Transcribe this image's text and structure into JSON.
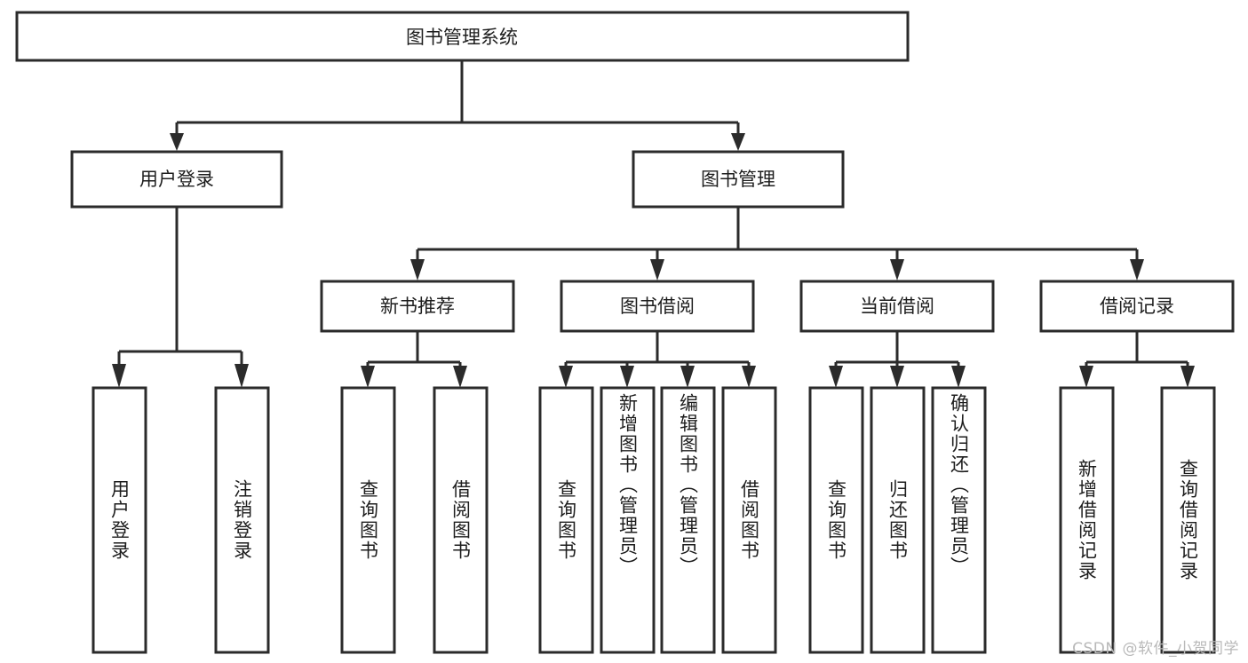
{
  "diagram": {
    "title": "图书管理系统",
    "type": "tree-hierarchy",
    "watermark": "CSDN @软件_小贺同学",
    "colors": {
      "stroke": "#2b2b2b",
      "fill": "#ffffff",
      "text": "#1d1d1d",
      "watermark": "#b9b9b9"
    },
    "root": {
      "label": "图书管理系统"
    },
    "level2": [
      {
        "label": "用户登录"
      },
      {
        "label": "图书管理"
      }
    ],
    "level3": [
      {
        "label": "新书推荐"
      },
      {
        "label": "图书借阅"
      },
      {
        "label": "当前借阅"
      },
      {
        "label": "借阅记录"
      }
    ],
    "leaves": {
      "user_login": [
        {
          "label": "用户登录"
        },
        {
          "label": "注销登录"
        }
      ],
      "new_book": [
        {
          "label": "查询图书"
        },
        {
          "label": "借阅图书"
        }
      ],
      "book_borrow": [
        {
          "label": "查询图书"
        },
        {
          "label": "新增图书（管理员）"
        },
        {
          "label": "编辑图书（管理员）"
        },
        {
          "label": "借阅图书"
        }
      ],
      "current_borrow": [
        {
          "label": "查询图书"
        },
        {
          "label": "归还图书"
        },
        {
          "label": "确认归还（管理员）"
        }
      ],
      "borrow_record": [
        {
          "label": "新增借阅记录"
        },
        {
          "label": "查询借阅记录"
        }
      ]
    }
  }
}
